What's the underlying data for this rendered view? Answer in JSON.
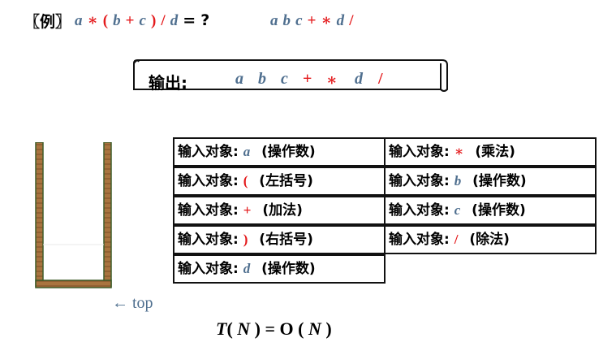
{
  "title": "〖例〗",
  "expression": {
    "infix": [
      {
        "t": "a",
        "k": "var"
      },
      {
        "t": "∗",
        "k": "op"
      },
      {
        "t": "(",
        "k": "op"
      },
      {
        "t": "b",
        "k": "var"
      },
      {
        "t": "+",
        "k": "op"
      },
      {
        "t": "c",
        "k": "var"
      },
      {
        "t": ")",
        "k": "op"
      },
      {
        "t": "/",
        "k": "op"
      },
      {
        "t": "d",
        "k": "var"
      },
      {
        "t": "=",
        "k": "blk"
      },
      {
        "t": "?",
        "k": "blk"
      }
    ],
    "postfix": [
      {
        "t": "a",
        "k": "var"
      },
      {
        "t": "b",
        "k": "var"
      },
      {
        "t": "c",
        "k": "var"
      },
      {
        "t": "+",
        "k": "op"
      },
      {
        "t": "∗",
        "k": "op"
      },
      {
        "t": "d",
        "k": "var"
      },
      {
        "t": "/",
        "k": "op"
      }
    ]
  },
  "output": {
    "label": "输出:",
    "tokens": [
      {
        "t": "a",
        "k": "var"
      },
      {
        "t": "b",
        "k": "var"
      },
      {
        "t": "c",
        "k": "var"
      },
      {
        "t": "+",
        "k": "op"
      },
      {
        "t": "∗",
        "k": "op"
      },
      {
        "t": "d",
        "k": "var"
      },
      {
        "t": "/",
        "k": "op"
      }
    ]
  },
  "input_prefix": "输入对象:",
  "inputs": [
    {
      "symbol": "a",
      "kind": "var",
      "desc": "(操作数)"
    },
    {
      "symbol": "∗",
      "kind": "op",
      "desc": "(乘法)"
    },
    {
      "symbol": "(",
      "kind": "op",
      "desc": "(左括号)"
    },
    {
      "symbol": "b",
      "kind": "var",
      "desc": "(操作数)"
    },
    {
      "symbol": "+",
      "kind": "op",
      "desc": "(加法)"
    },
    {
      "symbol": "c",
      "kind": "var",
      "desc": "(操作数)"
    },
    {
      "symbol": ")",
      "kind": "op",
      "desc": "(右括号)"
    },
    {
      "symbol": "/",
      "kind": "op",
      "desc": "(除法)"
    },
    {
      "symbol": "d",
      "kind": "var",
      "desc": "(操作数)"
    }
  ],
  "stack_pointer_label": "← top",
  "complexity": {
    "T": "T",
    "N": "N",
    "O": "O"
  },
  "colors": {
    "variable": "#4f6f8f",
    "operator": "#e41a1c",
    "stack_wood": "#8a5a2b",
    "stack_dark": "#3f5d2a"
  }
}
